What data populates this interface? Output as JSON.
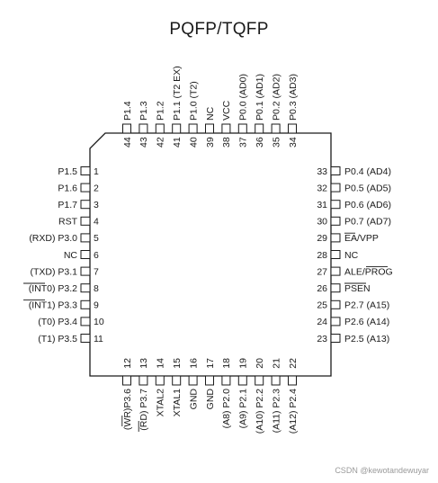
{
  "title": "PQFP/TQFP",
  "watermark": "CSDN @kewotandewuyar",
  "pins_left": [
    {
      "num": "1",
      "label": "P1.5"
    },
    {
      "num": "2",
      "label": "P1.6"
    },
    {
      "num": "3",
      "label": "P1.7"
    },
    {
      "num": "4",
      "label": "RST"
    },
    {
      "num": "5",
      "label": "(RXD) P3.0"
    },
    {
      "num": "6",
      "label": "NC"
    },
    {
      "num": "7",
      "label": "(TXD) P3.1"
    },
    {
      "num": "8",
      "label": "(INT0) P3.2",
      "overline": "INT0"
    },
    {
      "num": "9",
      "label": "(INT1) P3.3",
      "overline": "INT1"
    },
    {
      "num": "10",
      "label": "(T0) P3.4"
    },
    {
      "num": "11",
      "label": "(T1) P3.5"
    }
  ],
  "pins_bottom": [
    {
      "num": "12",
      "label": "(WR)P3.6",
      "overline": "WR"
    },
    {
      "num": "13",
      "label": "(RD) P3.7",
      "overline": "RD"
    },
    {
      "num": "14",
      "label": "XTAL2"
    },
    {
      "num": "15",
      "label": "XTAL1"
    },
    {
      "num": "16",
      "label": "GND"
    },
    {
      "num": "17",
      "label": "GND"
    },
    {
      "num": "18",
      "label": "(A8) P2.0"
    },
    {
      "num": "19",
      "label": "(A9) P2.1"
    },
    {
      "num": "20",
      "label": "(A10) P2.2"
    },
    {
      "num": "21",
      "label": "(A11) P2.3"
    },
    {
      "num": "22",
      "label": "(A12) P2.4"
    }
  ],
  "pins_right": [
    {
      "num": "23",
      "label": "P2.5 (A13)"
    },
    {
      "num": "24",
      "label": "P2.6 (A14)"
    },
    {
      "num": "25",
      "label": "P2.7 (A15)"
    },
    {
      "num": "26",
      "label": "PSEN",
      "overline": "PSEN"
    },
    {
      "num": "27",
      "label": "ALE/PROG",
      "overline": "PROG"
    },
    {
      "num": "28",
      "label": "NC"
    },
    {
      "num": "29",
      "label": "EA/VPP",
      "overline": "EA"
    },
    {
      "num": "30",
      "label": "P0.7 (AD7)"
    },
    {
      "num": "31",
      "label": "P0.6 (AD6)"
    },
    {
      "num": "32",
      "label": "P0.5 (AD5)"
    },
    {
      "num": "33",
      "label": "P0.4 (AD4)"
    }
  ],
  "pins_top": [
    {
      "num": "34",
      "label": "P0.3 (AD3)"
    },
    {
      "num": "35",
      "label": "P0.2 (AD2)"
    },
    {
      "num": "36",
      "label": "P0.1 (AD1)"
    },
    {
      "num": "37",
      "label": "P0.0 (AD0)"
    },
    {
      "num": "38",
      "label": "VCC"
    },
    {
      "num": "39",
      "label": "NC"
    },
    {
      "num": "40",
      "label": "P1.0 (T2)"
    },
    {
      "num": "41",
      "label": "P1.1 (T2 EX)"
    },
    {
      "num": "42",
      "label": "P1.2"
    },
    {
      "num": "43",
      "label": "P1.3"
    },
    {
      "num": "44",
      "label": "P1.4"
    }
  ]
}
